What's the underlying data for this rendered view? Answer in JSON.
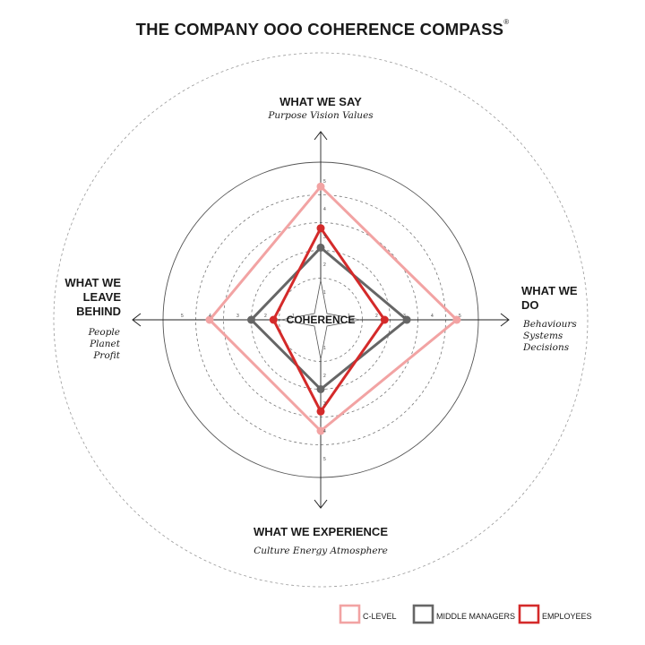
{
  "header": {
    "title": "THE COMPANY OOO COHERENCE COMPASS",
    "title_mark": "®"
  },
  "chart_data": {
    "type": "radar",
    "title": "THE COMPANY OOO COHERENCE COMPASS",
    "center_label": "COHERENCE",
    "scale": {
      "min": 0,
      "max": 5,
      "ticks": [
        1,
        2,
        3,
        4,
        5
      ]
    },
    "axes": [
      {
        "key": "say",
        "direction": "top",
        "title_lines": [
          "WHAT WE SAY"
        ],
        "subtitle_lines": [
          "Purpose Vision Values"
        ]
      },
      {
        "key": "do",
        "direction": "right",
        "title_lines": [
          "WHAT WE",
          "DO"
        ],
        "subtitle_lines": [
          "Behaviours",
          "Systems",
          "Decisions"
        ]
      },
      {
        "key": "experience",
        "direction": "bottom",
        "title_lines": [
          "WHAT WE EXPERIENCE"
        ],
        "subtitle_lines": [
          "Culture Energy Atmosphere"
        ]
      },
      {
        "key": "leave",
        "direction": "left",
        "title_lines": [
          "WHAT WE",
          "LEAVE",
          "BEHIND"
        ],
        "subtitle_lines": [
          "People",
          "Planet",
          "Profit"
        ]
      }
    ],
    "series": [
      {
        "name": "C-LEVEL",
        "color": "#f2a3a3",
        "values": {
          "say": 4.8,
          "do": 4.9,
          "experience": 4.0,
          "leave": 4.0
        }
      },
      {
        "name": "MIDDLE MANAGERS",
        "color": "#666666",
        "values": {
          "say": 2.6,
          "do": 3.1,
          "experience": 2.5,
          "leave": 2.5
        }
      },
      {
        "name": "EMPLOYEES",
        "color": "#d42a2a",
        "values": {
          "say": 3.3,
          "do": 2.3,
          "experience": 3.3,
          "leave": 1.7
        }
      }
    ],
    "legend": {
      "position": "bottom-right",
      "entries": [
        "C-LEVEL",
        "MIDDLE MANAGERS",
        "EMPLOYEES"
      ]
    },
    "grid": true
  }
}
